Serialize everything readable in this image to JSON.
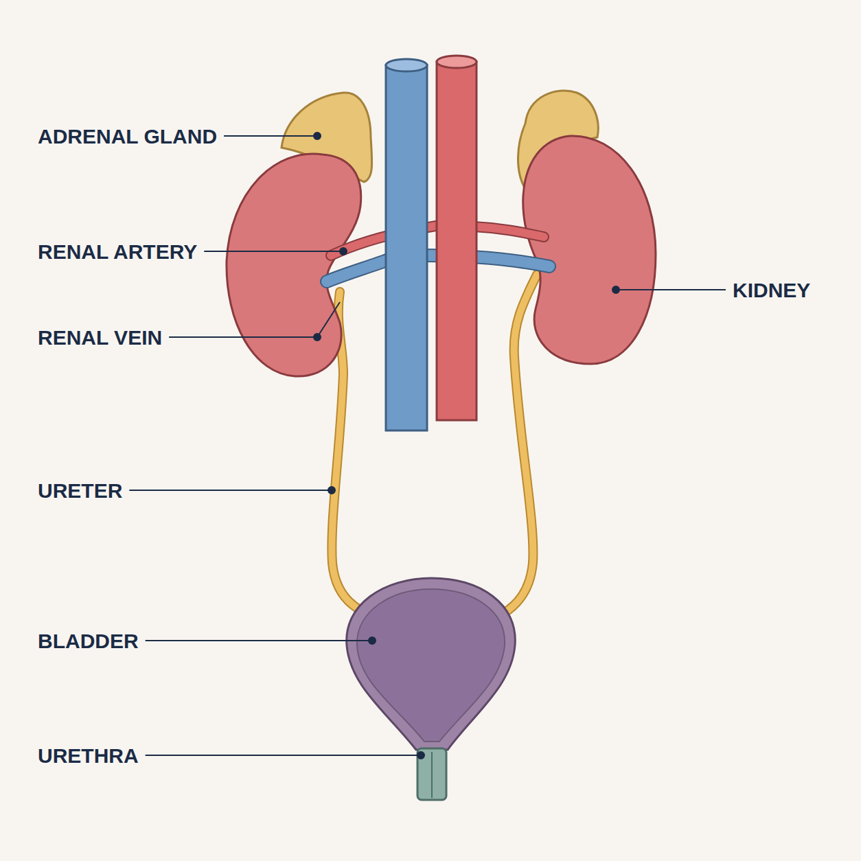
{
  "diagram": {
    "labels": [
      "ADRENAL GLAND",
      "RENAL ARTERY",
      "RENAL VEIN",
      "KIDNEY",
      "URETER",
      "BLADDER",
      "URETHRA"
    ]
  }
}
